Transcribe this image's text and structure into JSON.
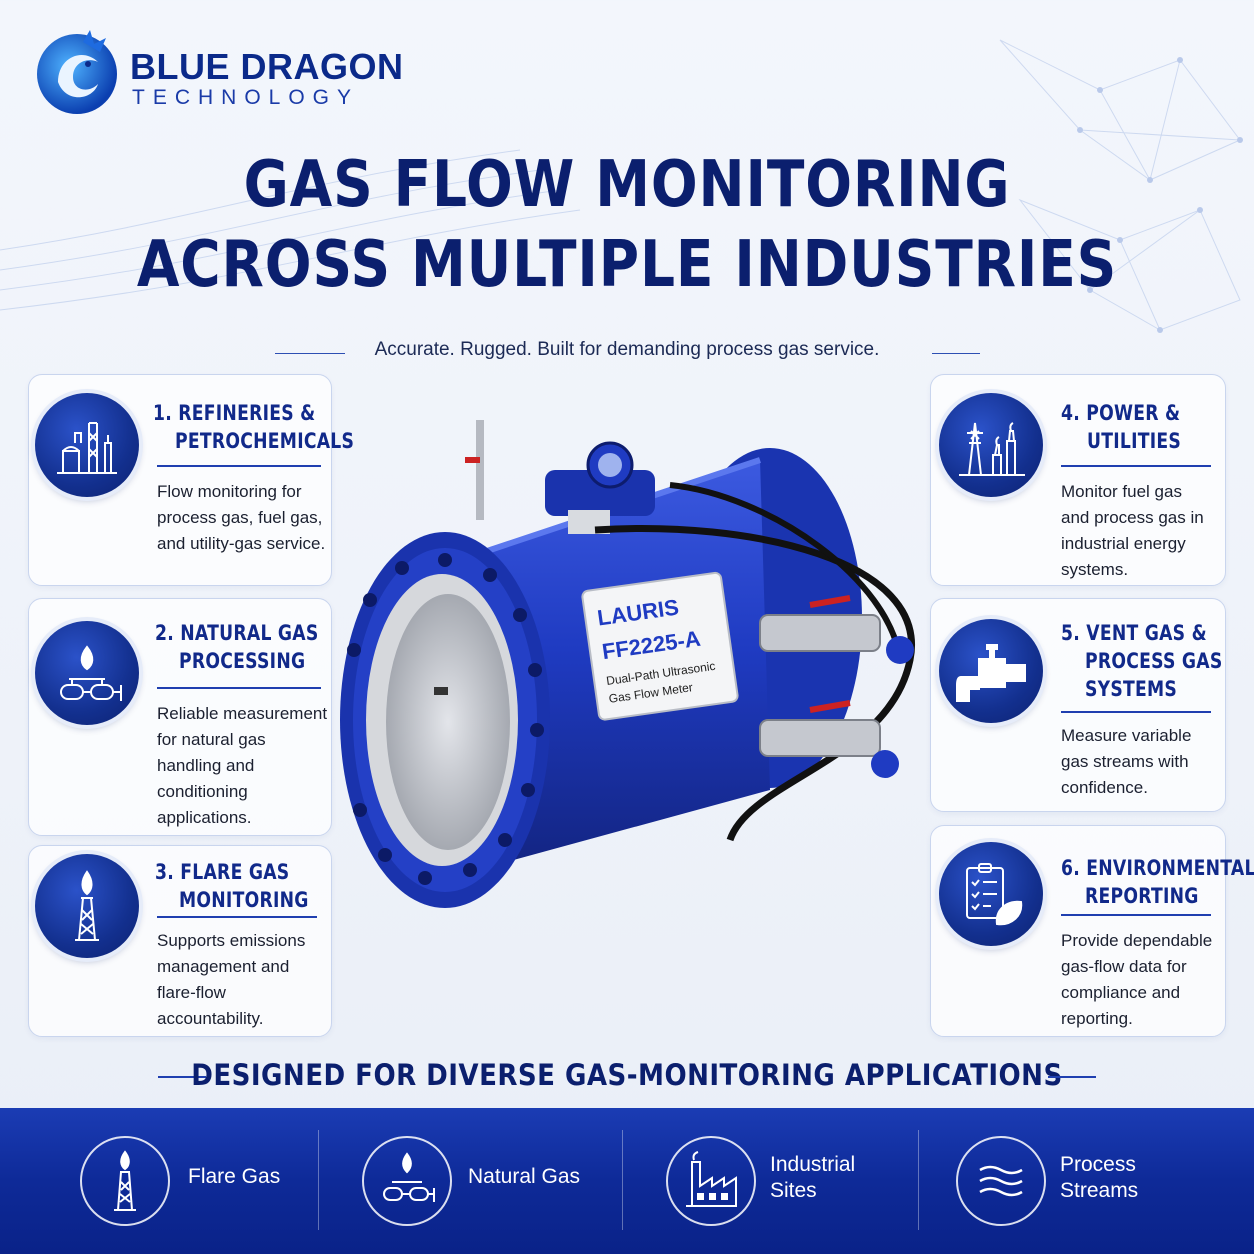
{
  "brand": {
    "name": "BLUE DRAGON",
    "sub": "TECHNOLOGY"
  },
  "headline": {
    "line1": "GAS FLOW MONITORING",
    "line2": "ACROSS MULTIPLE INDUSTRIES"
  },
  "tagline": "Accurate. Rugged. Built for demanding process gas service.",
  "cards": [
    {
      "title1": "1. REFINERIES &",
      "title2": "PETROCHEMICALS",
      "desc": [
        "Flow monitoring for",
        "process gas, fuel gas,",
        "and utility-gas service."
      ],
      "icon": "refinery-icon"
    },
    {
      "title1": "2. NATURAL GAS",
      "title2": "PROCESSING",
      "desc": [
        "Reliable measurement",
        "for natural gas",
        "handling and",
        "conditioning",
        "applications."
      ],
      "icon": "gas-processing-icon"
    },
    {
      "title1": "3. FLARE GAS",
      "title2": "MONITORING",
      "desc": [
        "Supports emissions",
        "management and",
        "flare-flow",
        "accountability."
      ],
      "icon": "flare-stack-icon"
    },
    {
      "title1": "4. POWER &",
      "title2": "UTILITIES",
      "desc": [
        "Monitor fuel gas",
        "and process gas in",
        "industrial energy",
        "systems."
      ],
      "icon": "power-plant-icon"
    },
    {
      "title1": "5. VENT GAS &",
      "title2": "PROCESS GAS",
      "title3": "SYSTEMS",
      "desc": [
        "Measure variable",
        "gas streams with",
        "confidence."
      ],
      "icon": "pipe-valve-icon"
    },
    {
      "title1": "6. ENVIRONMENTAL",
      "title2": "REPORTING",
      "desc": [
        "Provide dependable",
        "gas-flow data for",
        "compliance and",
        "reporting."
      ],
      "icon": "checklist-leaf-icon"
    }
  ],
  "product": {
    "brand": "LAURIS",
    "model": "FF2225-A",
    "desc1": "Dual-Path Ultrasonic",
    "desc2": "Gas Flow Meter",
    "colors": {
      "body": "#1f3bc2",
      "liner": "#c9ccd2"
    }
  },
  "bottom": {
    "title": "DESIGNED FOR DIVERSE GAS-MONITORING APPLICATIONS",
    "items": [
      {
        "label1": "Flare Gas",
        "label2": "",
        "icon": "flare-stack-icon"
      },
      {
        "label1": "Natural Gas",
        "label2": "",
        "icon": "gas-processing-icon"
      },
      {
        "label1": "Industrial",
        "label2": "Sites",
        "icon": "factory-icon"
      },
      {
        "label1": "Process",
        "label2": "Streams",
        "icon": "waves-icon"
      }
    ]
  },
  "colors": {
    "navy": "#0b1f6e",
    "accent": "#1f3fb0",
    "band": "#0e2a98"
  }
}
